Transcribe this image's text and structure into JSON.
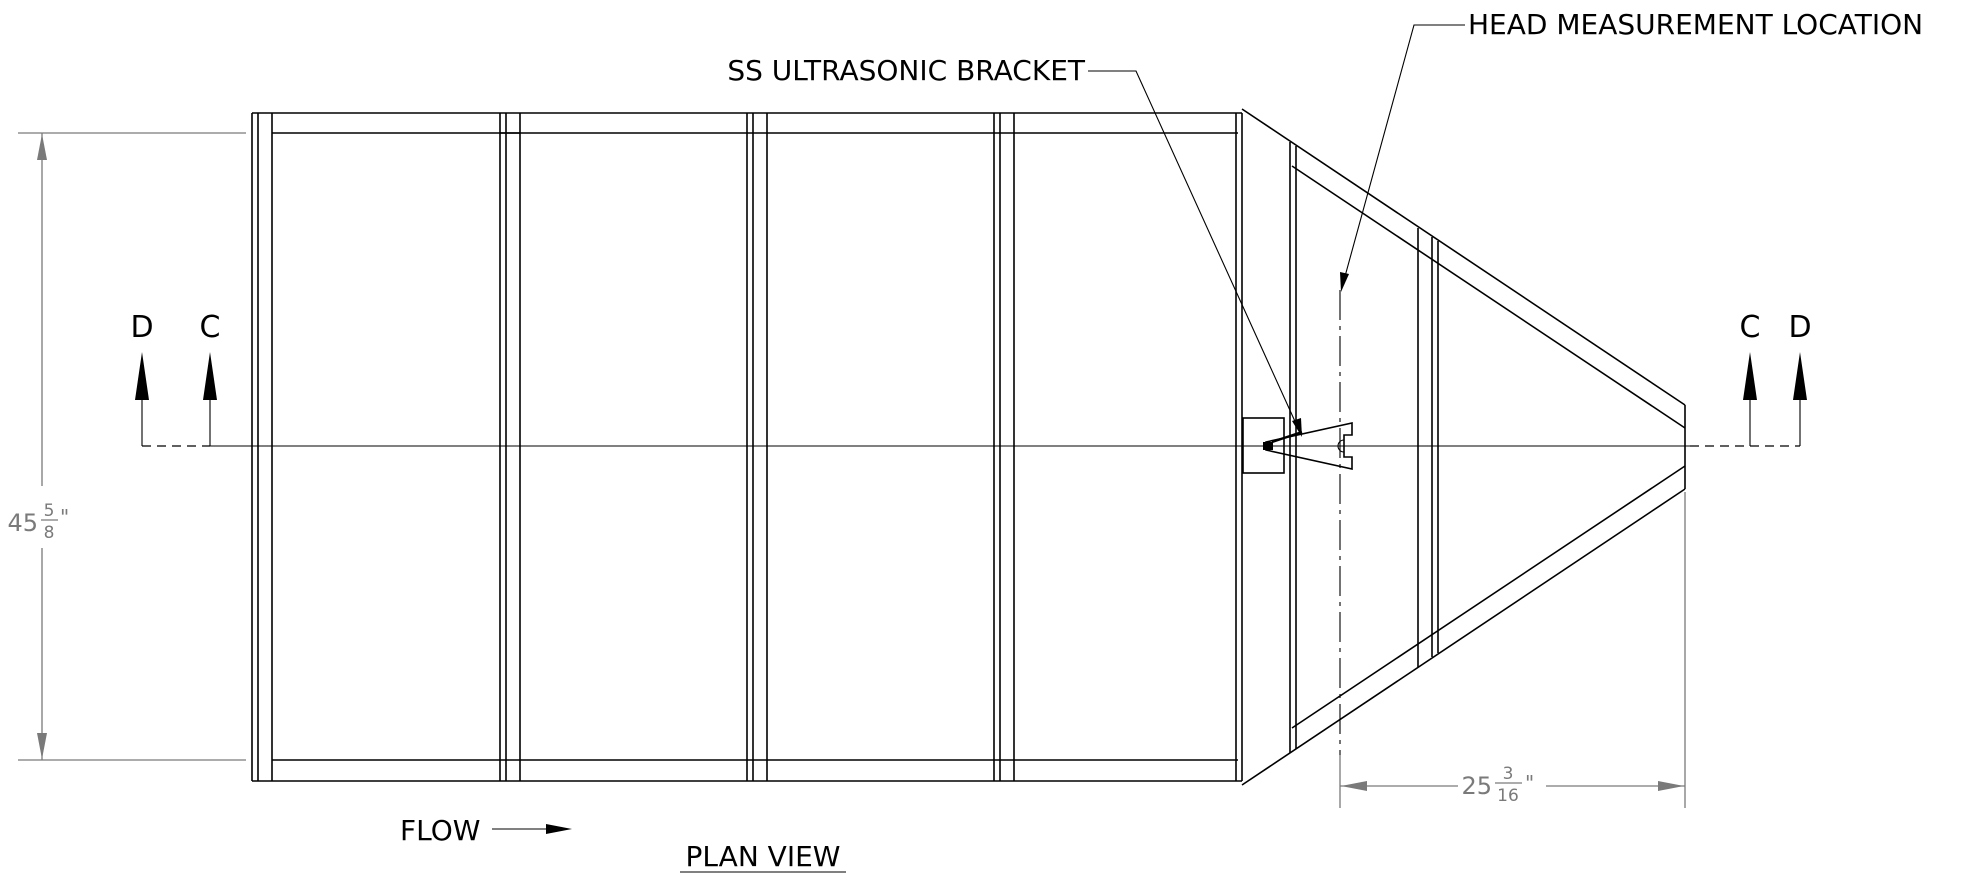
{
  "callouts": {
    "head_measurement": "HEAD MEASUREMENT LOCATION",
    "ultrasonic_bracket": "SS ULTRASONIC BRACKET",
    "flow": "FLOW"
  },
  "view_title": "PLAN VIEW",
  "section_marks": {
    "left_outer": "D",
    "left_inner": "C",
    "right_inner": "C",
    "right_outer": "D"
  },
  "dimensions": {
    "height": {
      "whole": "45",
      "num": "5",
      "den": "8",
      "unit": "\""
    },
    "taper": {
      "whole": "25",
      "num": "3",
      "den": "16",
      "unit": "\""
    }
  },
  "colors": {
    "line": "#000000",
    "dimension": "#7a7a7a",
    "background": "#ffffff"
  }
}
